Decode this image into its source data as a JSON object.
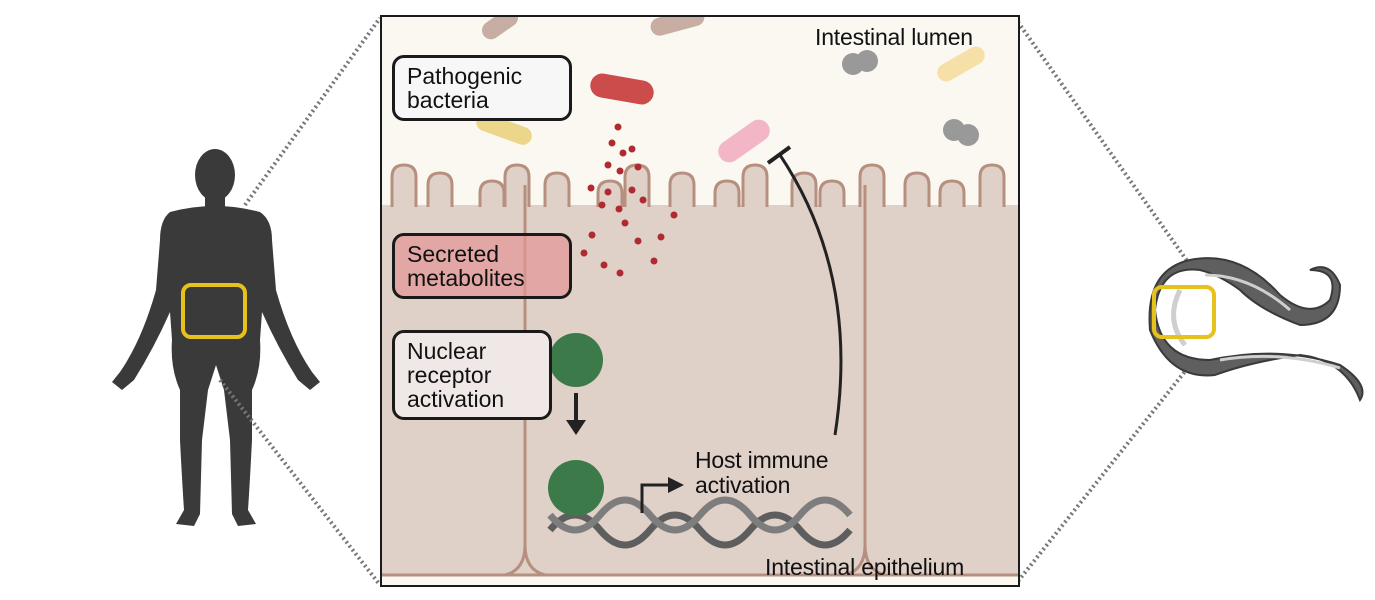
{
  "figure": {
    "panel": {
      "lumen_label": "Intestinal lumen",
      "epithelium_label": "Intestinal epithelium",
      "boxes": [
        {
          "name": "pathogenic-bacteria",
          "lines": [
            "Pathogenic",
            "bacteria"
          ],
          "color": "#f7f7f7"
        },
        {
          "name": "secreted-metabolites",
          "lines": [
            "Secreted",
            "metabolites"
          ],
          "color": "#e3a7a7"
        },
        {
          "name": "nuclear-receptor-activation",
          "lines": [
            "Nuclear",
            "receptor",
            "activation"
          ],
          "color": "#f0e8e6"
        }
      ],
      "outcome_label": [
        "Host immune",
        "activation"
      ]
    },
    "left_organism": "human-body-icon",
    "right_organism": "nematode-worm-icon",
    "colors": {
      "highlight": "#e8c21c",
      "silhouette": "#3a3a3a",
      "lumen": "#fbf8f1",
      "tissue": "#dfd0c8",
      "villus_outline": "#b78f7f",
      "receptor": "#3d7a4a",
      "metabolite": "#b02a32",
      "pathogen": "#cc4b4b"
    }
  }
}
